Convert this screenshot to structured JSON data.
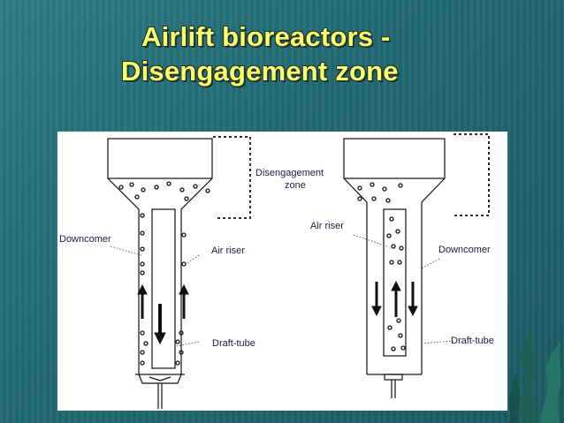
{
  "slide": {
    "title_line1": "Airlift bioreactors -",
    "title_line2": "Disengagement zone"
  },
  "colors": {
    "background": "#26727b",
    "title": "#ffff66",
    "figure_background": "#ffffff",
    "label_text": "#1a1a4a"
  },
  "figure": {
    "left_reactor": {
      "labels": {
        "downcomer": "Downcomer",
        "air_riser": "Air riser",
        "draft_tube": "Draft-tube"
      }
    },
    "center_label": {
      "line1": "Disengagement",
      "line2": "zone"
    },
    "right_reactor": {
      "labels": {
        "air_riser": "Air riser",
        "downcomer": "Downcomer",
        "draft_tube": "Draft-tube"
      }
    }
  }
}
